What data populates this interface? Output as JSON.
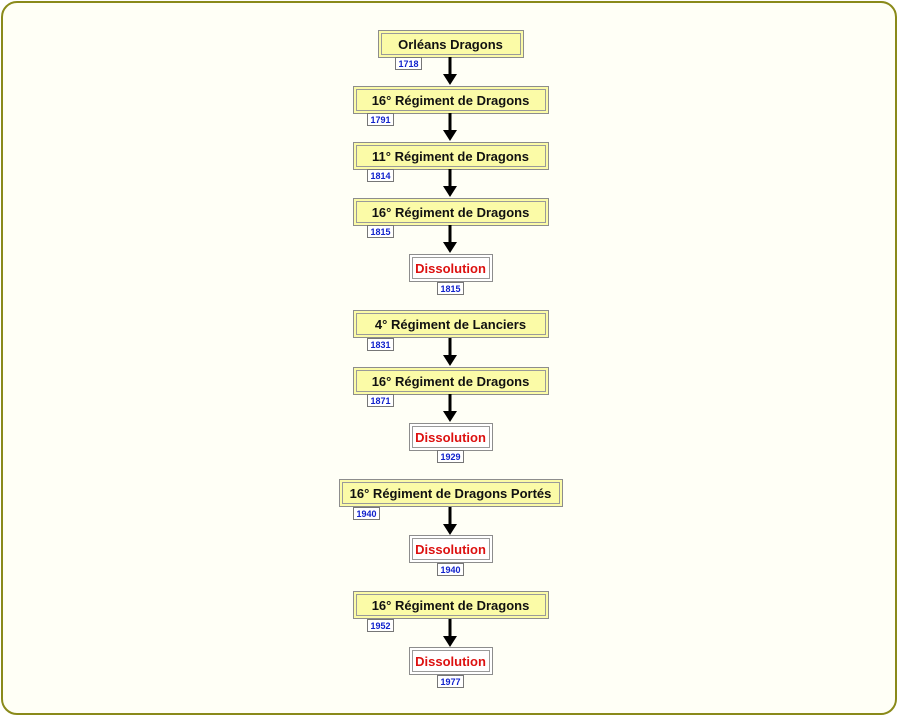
{
  "lineage": [
    {
      "name": "Orléans Dragons",
      "year": "1718",
      "kind": "unit"
    },
    {
      "name": "16° Régiment de Dragons",
      "year": "1791",
      "kind": "unit"
    },
    {
      "name": "11° Régiment de Dragons",
      "year": "1814",
      "kind": "unit"
    },
    {
      "name": "16° Régiment de Dragons",
      "year": "1815",
      "kind": "unit"
    },
    {
      "name": "Dissolution",
      "year": "1815",
      "kind": "end"
    },
    {
      "name": "4° Régiment de Lanciers",
      "year": "1831",
      "kind": "unit"
    },
    {
      "name": "16° Régiment de Dragons",
      "year": "1871",
      "kind": "unit"
    },
    {
      "name": "Dissolution",
      "year": "1929",
      "kind": "end"
    },
    {
      "name": "16° Régiment de Dragons Portés",
      "year": "1940",
      "kind": "unit"
    },
    {
      "name": "Dissolution",
      "year": "1940",
      "kind": "end"
    },
    {
      "name": "16° Régiment de Dragons",
      "year": "1952",
      "kind": "unit"
    },
    {
      "name": "Dissolution",
      "year": "1977",
      "kind": "end"
    }
  ],
  "colors": {
    "unit_fill": "#fbfba7",
    "dissolution_text": "#dd1111",
    "year_text": "#1122cc",
    "frame_border": "#8a8a1a"
  }
}
